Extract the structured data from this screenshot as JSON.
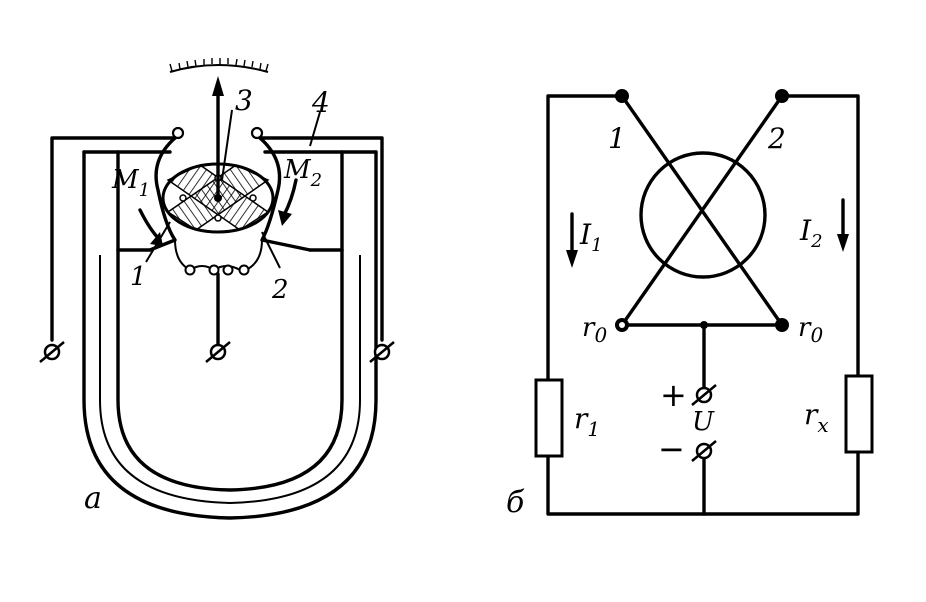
{
  "figure_a": {
    "panel_label": "а",
    "labels": {
      "pointer": "3",
      "magnet": "4",
      "flux_left": "M",
      "flux_left_sub": "1",
      "flux_right": "M",
      "flux_right_sub": "2",
      "coil_1": "1",
      "coil_2": "2"
    }
  },
  "figure_b": {
    "panel_label": "б",
    "labels": {
      "coil_1": "1",
      "coil_2": "2",
      "current_1": "I",
      "current_1_sub": "1",
      "current_2": "I",
      "current_2_sub": "2",
      "r0_left": "r",
      "r0_left_sub": "0",
      "r0_right": "r",
      "r0_right_sub": "0",
      "resistor_left": "r",
      "resistor_left_sub": "1",
      "resistor_right": "r",
      "resistor_right_sub": "x",
      "plus": "+",
      "minus": "−",
      "voltage": "U"
    }
  }
}
